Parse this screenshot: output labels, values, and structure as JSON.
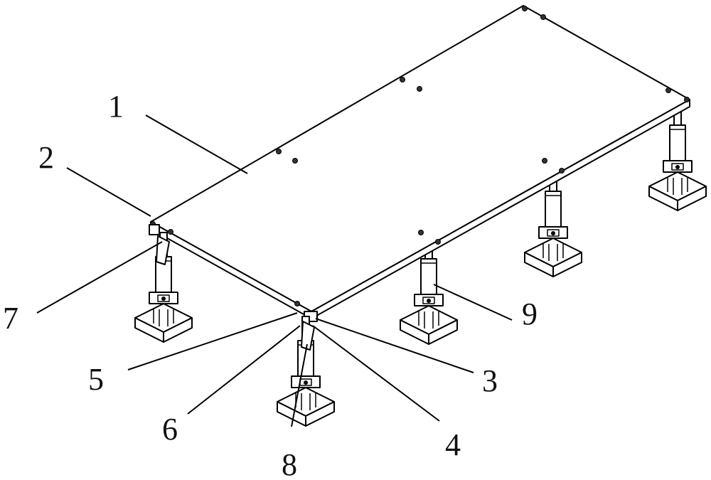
{
  "labels": {
    "l1": "1",
    "l2": "2",
    "l3": "3",
    "l4": "4",
    "l5": "5",
    "l6": "6",
    "l7": "7",
    "l8": "8",
    "l9": "9"
  }
}
